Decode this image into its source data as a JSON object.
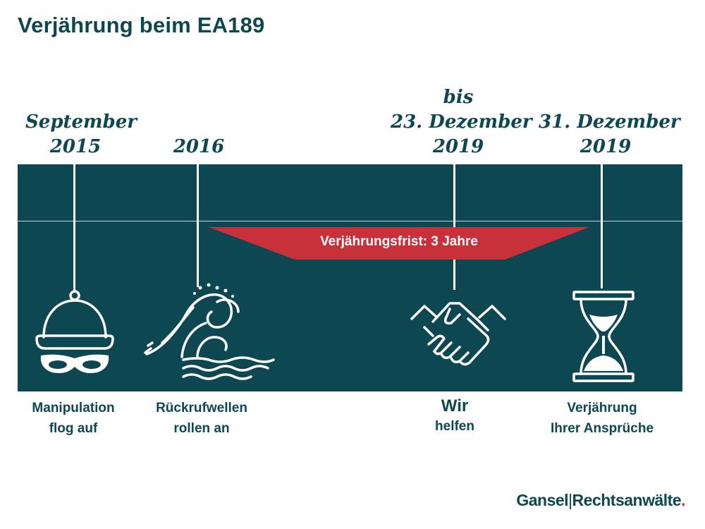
{
  "title": "Verjährung beim EA189",
  "events": [
    {
      "date_lines": [
        "September",
        "2015"
      ],
      "caption_lines": [
        "Manipulation",
        "flog auf"
      ],
      "icon": "burglar-mask-icon"
    },
    {
      "date_lines": [
        "2016"
      ],
      "caption_lines": [
        "Rückrufwellen",
        "rollen an"
      ],
      "icon": "wave-icon"
    },
    {
      "date_lines": [
        "bis",
        "23. Dezember",
        "2019"
      ],
      "caption_lines": [
        "Wir",
        "helfen"
      ],
      "icon": "handshake-icon"
    },
    {
      "date_lines": [
        "31. Dezember",
        "2019"
      ],
      "caption_lines": [
        "Verjährung",
        "Ihrer Ansprüche"
      ],
      "icon": "hourglass-icon"
    }
  ],
  "frist_label": "Verjährungsfrist: 3 Jahre",
  "logo": {
    "part1": "Gansel",
    "part2": "Rechtsanwälte",
    "dot": "."
  },
  "colors": {
    "primary": "#0d4752",
    "accent": "#c8313a",
    "white": "#ffffff"
  }
}
